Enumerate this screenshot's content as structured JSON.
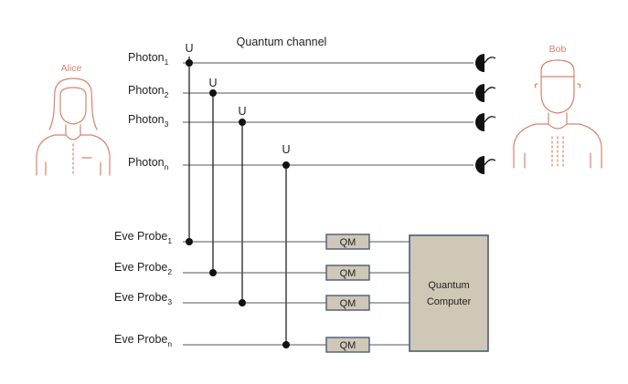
{
  "title": "Quantum channel",
  "alice": {
    "name": "Alice"
  },
  "bob": {
    "name": "Bob"
  },
  "unitary_label": "U",
  "photons": [
    {
      "base": "Photon",
      "sub": "1"
    },
    {
      "base": "Photon",
      "sub": "2"
    },
    {
      "base": "Photon",
      "sub": "3"
    },
    {
      "base": "Photon",
      "sub": "n"
    }
  ],
  "probes": [
    {
      "base": "Eve Probe",
      "sub": "1",
      "memory": "QM"
    },
    {
      "base": "Eve Probe",
      "sub": "2",
      "memory": "QM"
    },
    {
      "base": "Eve Probe",
      "sub": "3",
      "memory": "QM"
    },
    {
      "base": "Eve Probe",
      "sub": "n",
      "memory": "QM"
    }
  ],
  "quantum_computer": {
    "line1": "Quantum",
    "line2": "Computer"
  },
  "colors": {
    "person": "#d9826b",
    "box_fill": "#cfc8b7",
    "box_border": "#4a5a7a"
  }
}
